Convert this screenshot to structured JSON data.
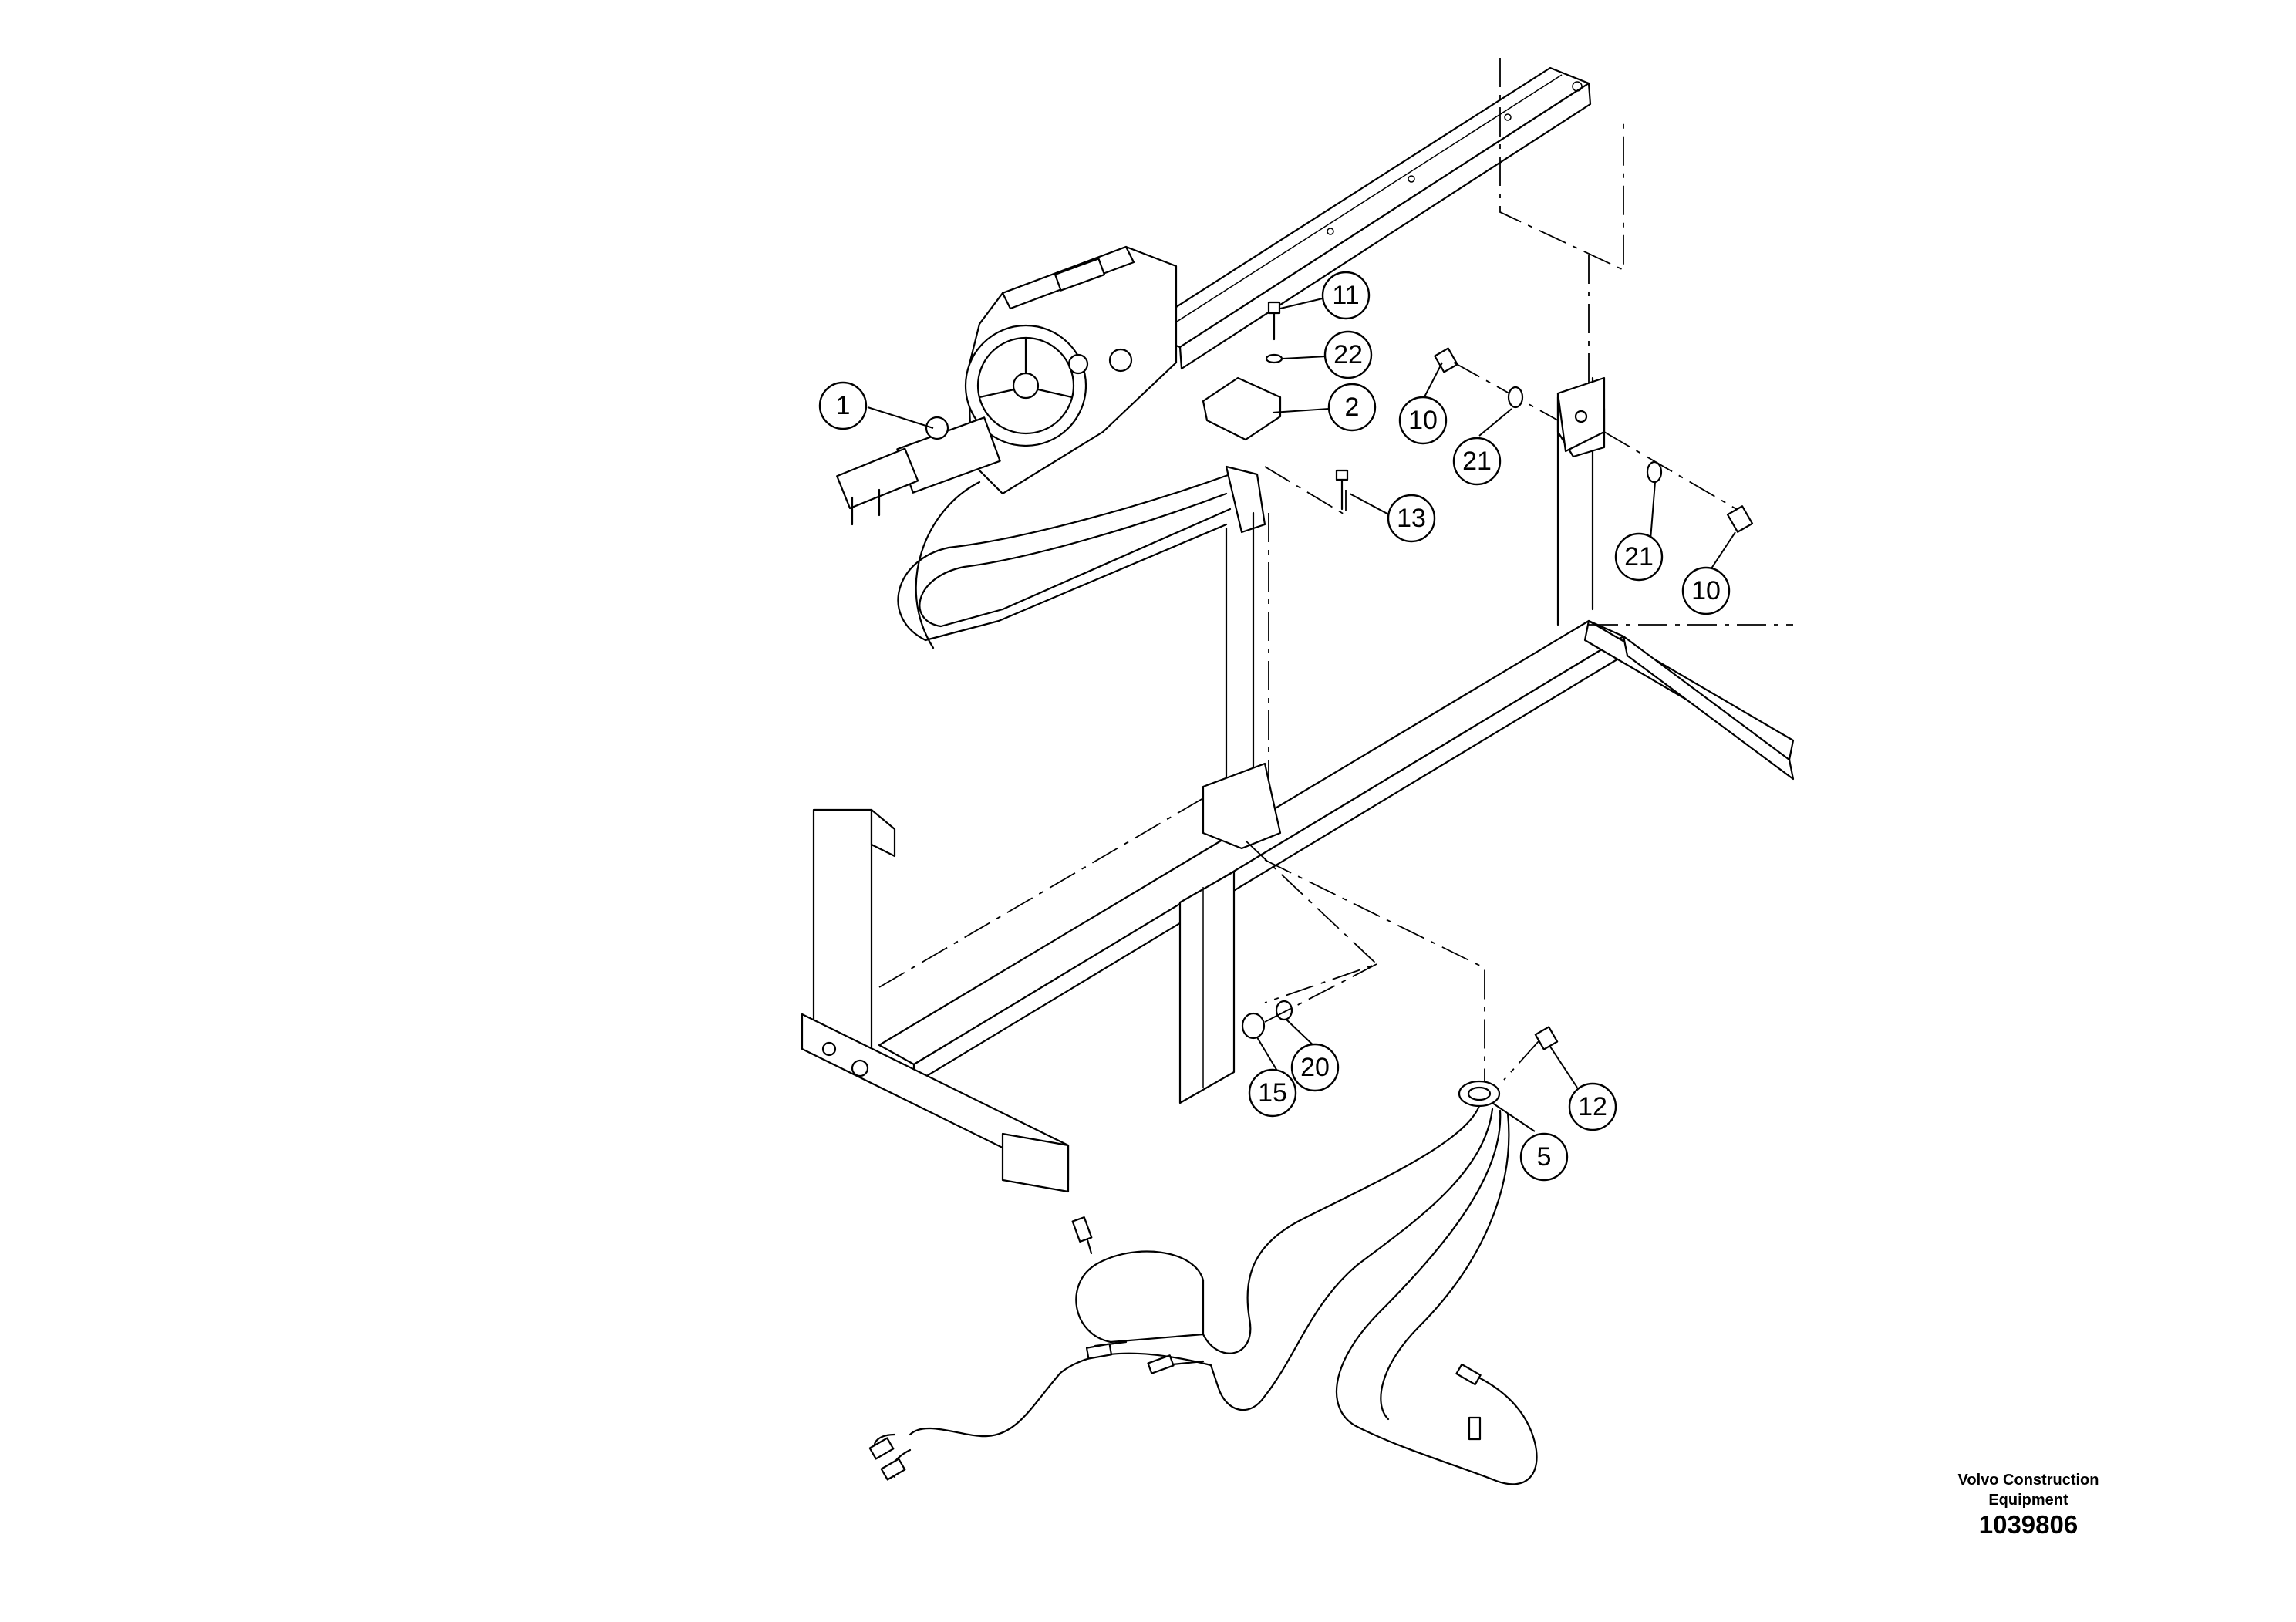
{
  "callouts": [
    {
      "id": "c1",
      "label": "1"
    },
    {
      "id": "c2",
      "label": "2"
    },
    {
      "id": "c5",
      "label": "5"
    },
    {
      "id": "c10a",
      "label": "10"
    },
    {
      "id": "c10b",
      "label": "10"
    },
    {
      "id": "c11",
      "label": "11"
    },
    {
      "id": "c12",
      "label": "12"
    },
    {
      "id": "c13",
      "label": "13"
    },
    {
      "id": "c15",
      "label": "15"
    },
    {
      "id": "c20",
      "label": "20"
    },
    {
      "id": "c21a",
      "label": "21"
    },
    {
      "id": "c21b",
      "label": "21"
    },
    {
      "id": "c22",
      "label": "22"
    }
  ],
  "footer": {
    "brand_line1": "Volvo Construction",
    "brand_line2": "Equipment",
    "drawing_number": "1039806"
  }
}
